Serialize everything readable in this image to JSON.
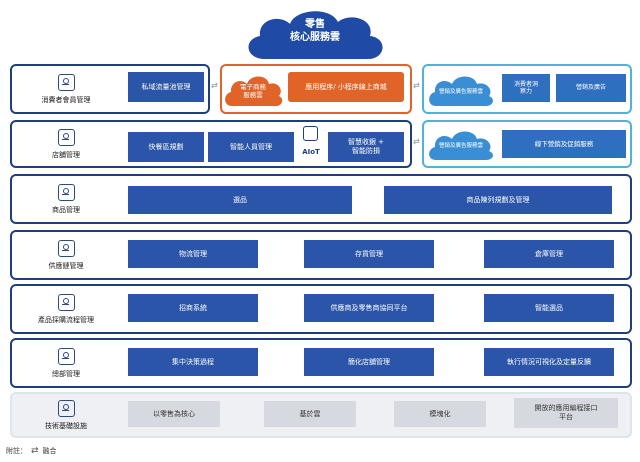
{
  "header": {
    "title_line1": "零售",
    "title_line2": "核心服務雲"
  },
  "rows": {
    "consumer": {
      "label": "消費者會員管理",
      "private_pool": "私域流量池管理",
      "ecommerce_cloud": "電子商務\n服務雲",
      "app_mall": "應用程序/ 小程序線上商城",
      "marketing_cloud": "營銷及廣告服務雲",
      "consumer_insight": "消費者洞\n察力",
      "marketing_ads": "營銷及廣告"
    },
    "store": {
      "label": "店舖管理",
      "fast_food": "快餐區規劃",
      "smart_staff": "智能人員管理",
      "aiot": "AIoT",
      "smart_cashier": "智慧收銀 +\n智能防損",
      "marketing_cloud": "營銷及廣告服務雲",
      "offline_marketing": "線下營銷及促銷服務"
    },
    "product": {
      "label": "商品管理",
      "selection": "選品",
      "display_plan": "商品陳列規劃及管理"
    },
    "supply": {
      "label": "供應鏈管理",
      "logistics": "物流管理",
      "inventory": "存貨管理",
      "warehouse": "倉庫管理"
    },
    "procurement": {
      "label": "產品採購流程管理",
      "merchant_system": "招商系統",
      "collab_platform": "供應商及零售商協同平台",
      "smart_selection": "智能選品"
    },
    "hq": {
      "label": "總部管理",
      "central_decision": "集中決策過程",
      "simplified_store": "簡化店舖管理",
      "visualization": "執行情況可視化及定量反饋"
    },
    "infra": {
      "label": "技術基礎設施",
      "retail_core": "以零售為核心",
      "base_cloud": "基於雲",
      "modular": "模塊化",
      "open_api": "開放的應用編程接口\n平台"
    }
  },
  "footnote": {
    "prefix": "附註：",
    "meaning": "融合"
  },
  "colors": {
    "navy": "#1f3f7a",
    "blue": "#2b55a8",
    "orange": "#e06428",
    "cyan": "#4fb3d9",
    "grey": "#d6d9df"
  },
  "icons": [
    "cloud-icon",
    "person-icon",
    "store-icon",
    "box-icon",
    "chain-icon",
    "cart-icon",
    "hq-icon",
    "infra-icon",
    "aiot-icon",
    "merge-arrows-icon"
  ]
}
